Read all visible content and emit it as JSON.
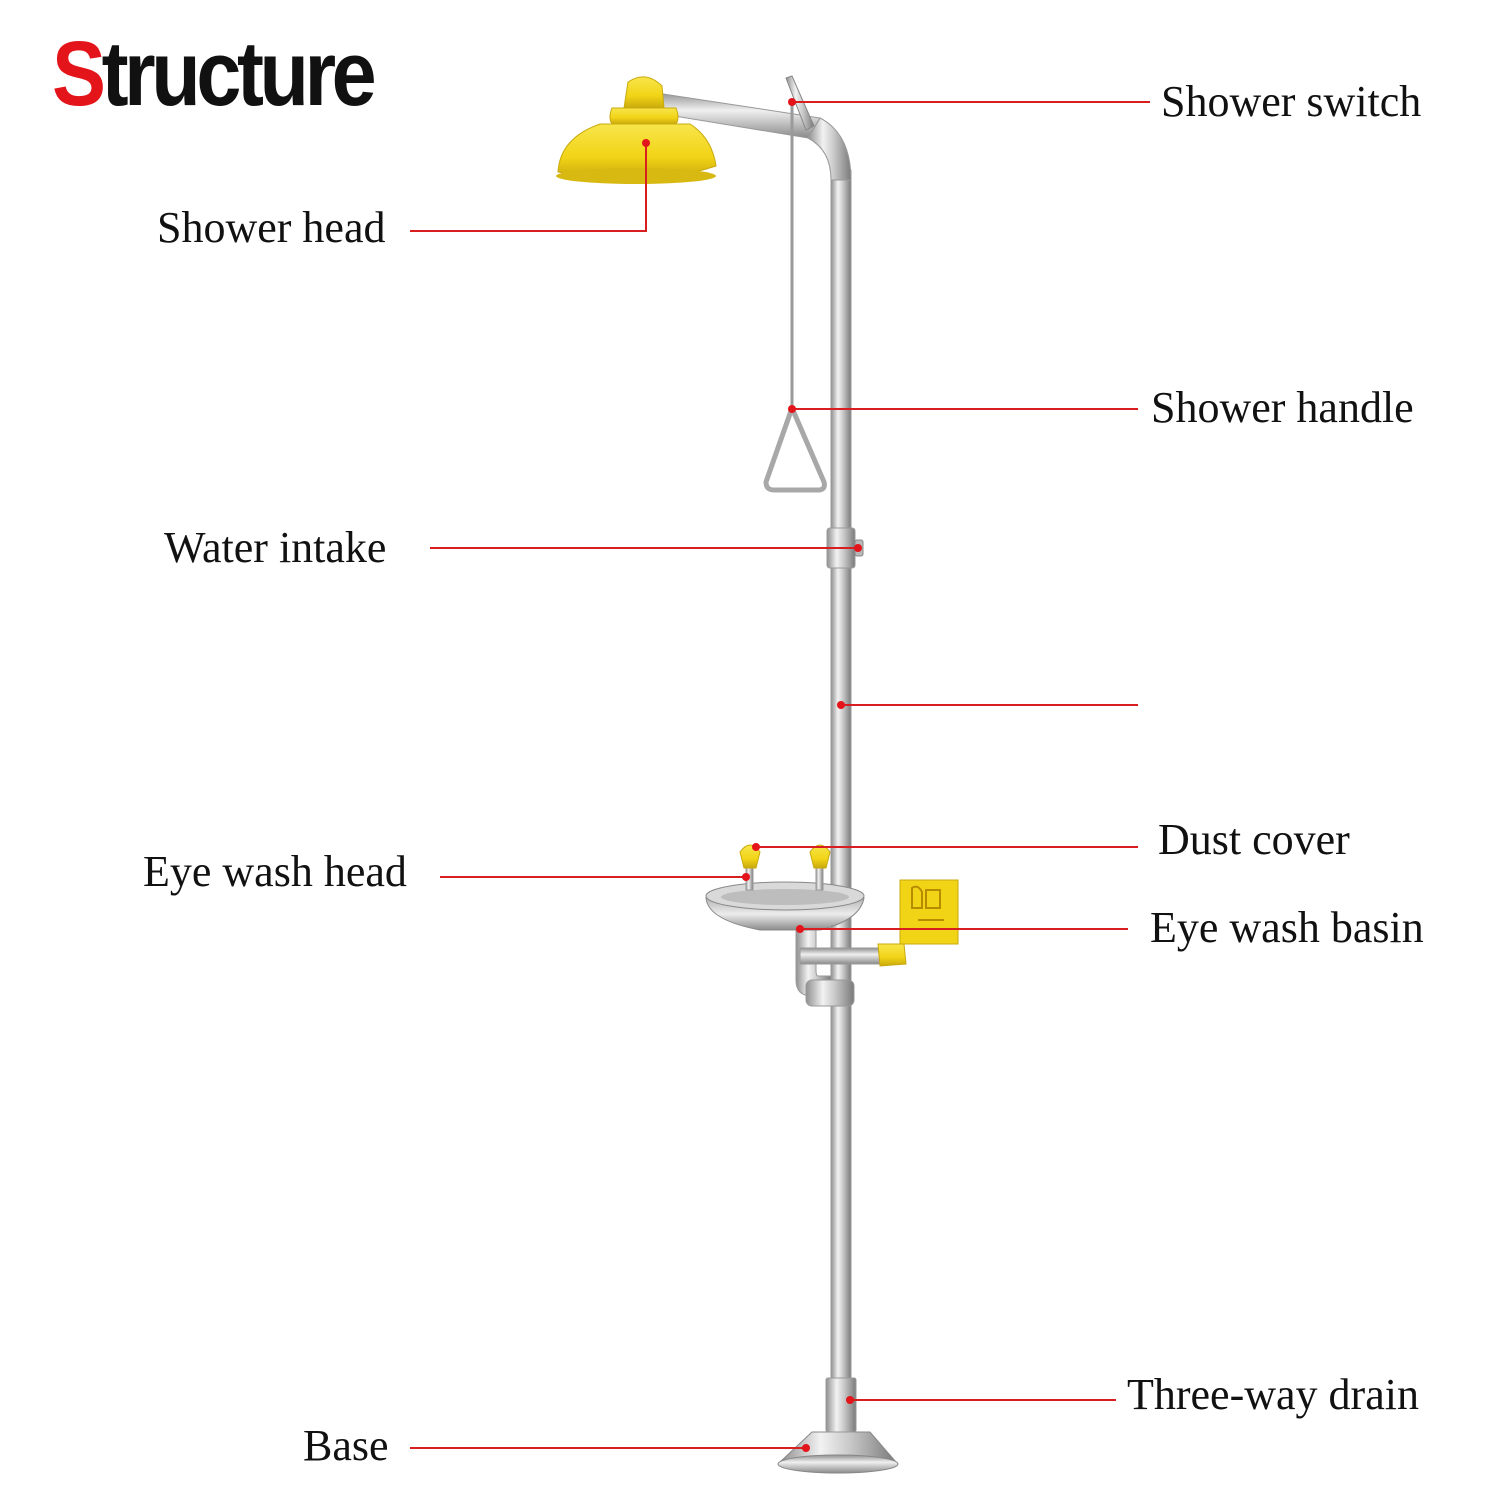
{
  "title": {
    "first_letter": "S",
    "rest": "tructure"
  },
  "labels": {
    "shower_switch": "Shower switch",
    "shower_head": "Shower head",
    "shower_handle": "Shower handle",
    "water_intake": "Water intake",
    "dust_cover": "Dust cover",
    "eye_wash_head": "Eye wash head",
    "eye_wash_basin": "Eye wash basin",
    "three_way_drain": "Three-way drain",
    "base": "Base"
  },
  "colors": {
    "accent_red": "#e4141b",
    "leader_line": "#d81e1e",
    "yellow_part": "#f2d417",
    "steel": "#c7c7c7"
  }
}
